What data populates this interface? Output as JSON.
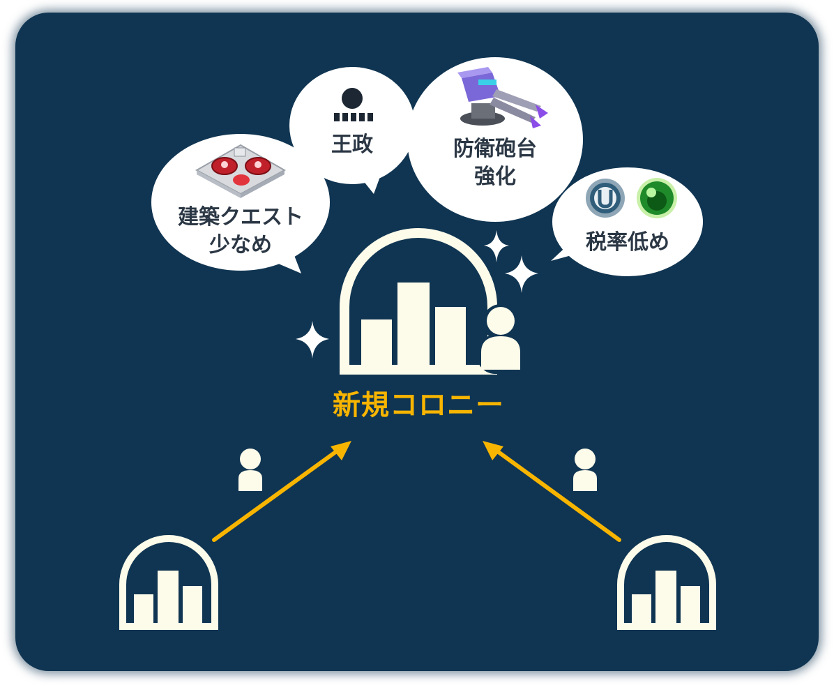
{
  "diagram": {
    "title": "新規コロニー",
    "bubbles": [
      {
        "id": "build-quest",
        "line1": "建築クエスト",
        "line2": "少なめ",
        "icon": "building-pad-icon"
      },
      {
        "id": "monarchy",
        "line1": "王政",
        "line2": "",
        "icon": "monarch-icon"
      },
      {
        "id": "defense-turret",
        "line1": "防衛砲台",
        "line2": "強化",
        "icon": "turret-icon"
      },
      {
        "id": "low-tax",
        "line1": "税率低め",
        "line2": "",
        "icon": "resource-orbs-icon"
      }
    ],
    "colors": {
      "background": "#103552",
      "bubble": "#ffffff",
      "dome": "#fdfbea",
      "arrow": "#f8b500",
      "title": "#f8b500",
      "text": "#2b3744"
    }
  }
}
